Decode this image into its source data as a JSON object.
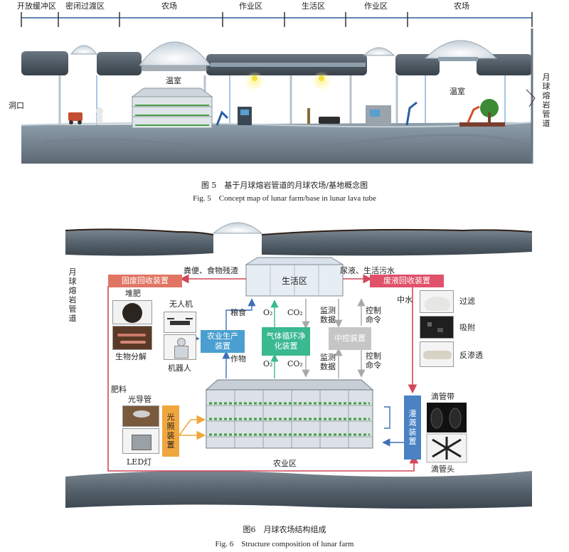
{
  "fig5": {
    "zones": [
      {
        "label": "开放缓冲区"
      },
      {
        "label": "密闭过渡区"
      },
      {
        "label": "农场"
      },
      {
        "label": "作业区"
      },
      {
        "label": "生活区"
      },
      {
        "label": "作业区"
      },
      {
        "label": "农场"
      }
    ],
    "label_greenhouse_1": "温室",
    "label_greenhouse_2": "温室",
    "label_cave_mouth": "洞口",
    "label_lava_tube_side": "月球熔岩管道",
    "caption_cn": "图 5　基于月球熔岩管道的月球农场/基地概念图",
    "caption_en": "Fig. 5　Concept map of lunar farm/base in lunar lava tube"
  },
  "fig6": {
    "side_label": "月球熔岩管道",
    "living_zone": "生活区",
    "feces_text": "粪便、食物残渣",
    "urine_text": "尿液、生活污水",
    "solid_recycle": "固废回收装置",
    "liquid_recycle": "废液回收装置",
    "compost": "堆肥",
    "bio_decomp": "生物分解",
    "drone": "无人机",
    "robot": "机器人",
    "grain": "粮食",
    "crops": "作物",
    "agri_device": "农业生产装置",
    "gas_device": "气体循环净化装置",
    "control_device": "中控装置",
    "o2_top": "O₂",
    "co2_top": "CO₂",
    "o2_bottom": "O₂",
    "co2_bottom": "CO₂",
    "monitor_data_top": "监测数据",
    "control_cmd_top": "控制命令",
    "monitor_data_bottom": "监测数据",
    "control_cmd_bottom": "控制命令",
    "reclaimed_water": "中水",
    "filter": "过滤",
    "adsorb": "吸附",
    "reverse_osmosis": "反渗透",
    "fertilizer": "肥料",
    "light_pipe": "光导管",
    "led_lamp": "LED灯",
    "lighting_device": "光照装置",
    "irrigation_device": "灌溉装置",
    "drip_tape": "滴管带",
    "drip_head": "滴管头",
    "agri_zone": "农业区",
    "caption_cn": "图6　月球农场结构组成",
    "caption_en": "Fig. 6　Structure composition of lunar farm"
  },
  "colors": {
    "solid_recycle": "#e07563",
    "liquid_recycle": "#e0516a",
    "agri_device": "#4a9fd0",
    "gas_device": "#3ab890",
    "control_device": "#c6c6c6",
    "lighting_device": "#f0a63e",
    "irrigation_device": "#4a82c4"
  }
}
